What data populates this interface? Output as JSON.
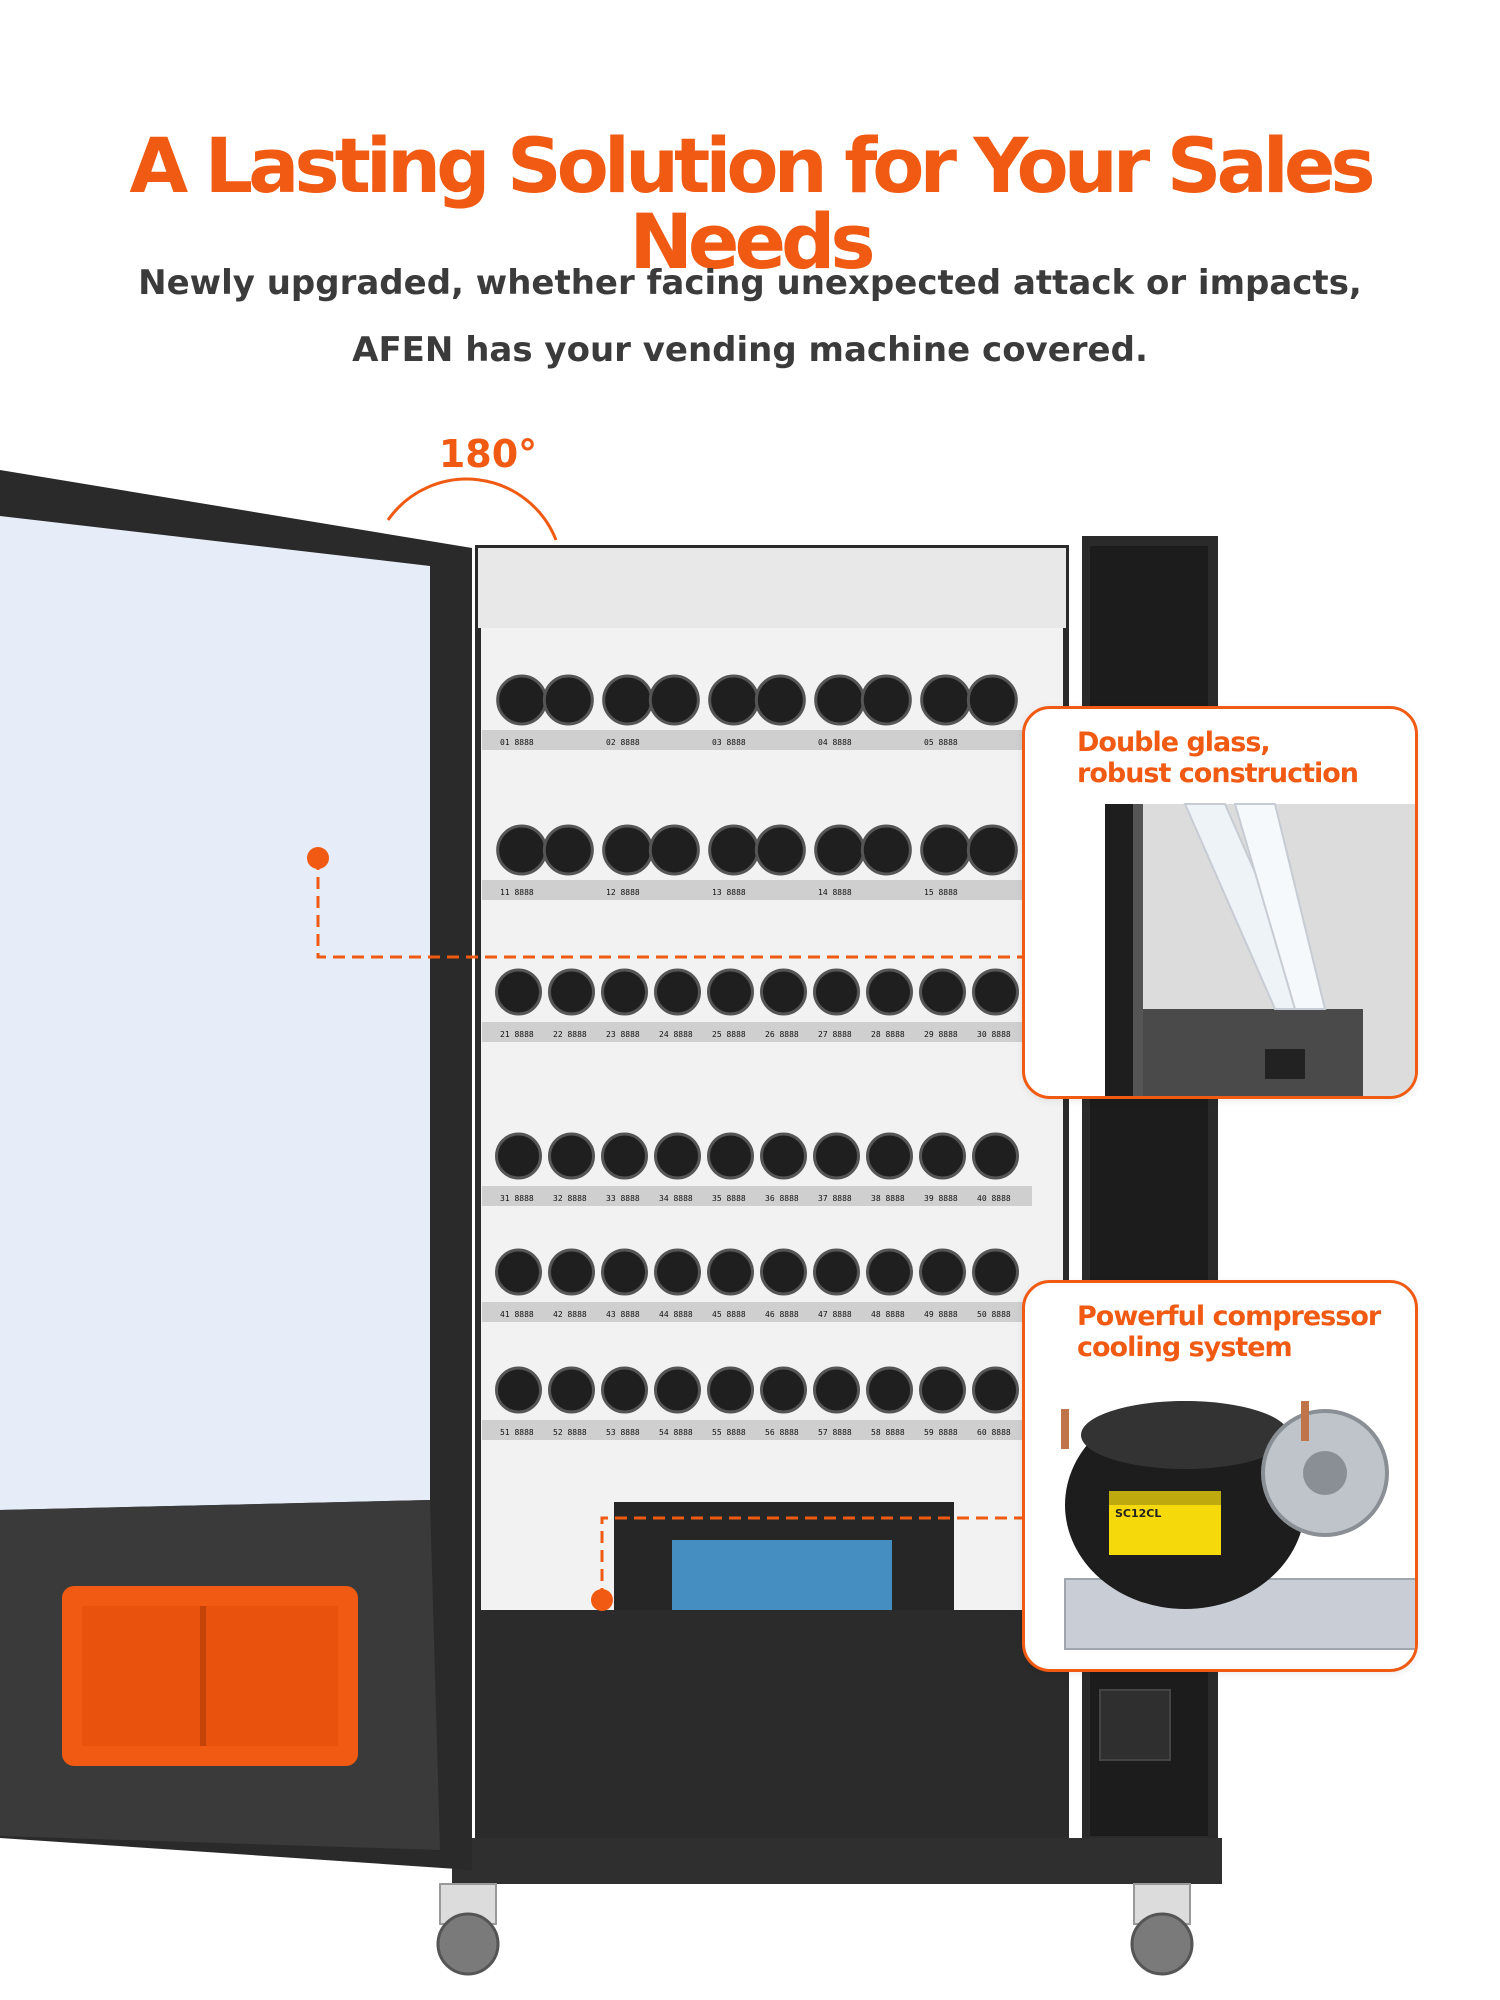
{
  "headline": "A Lasting Solution for Your Sales Needs",
  "subheadline": {
    "line1": "Newly upgraded, whether facing unexpected attack or impacts,",
    "line2": "AFEN has your vending machine covered."
  },
  "door_angle_label": "180°",
  "callouts": [
    {
      "line1": "Double glass,",
      "line2": "robust construction"
    },
    {
      "line1": "Powerful compressor",
      "line2": "cooling system"
    }
  ],
  "compressor_label": "SC12CL",
  "colors": {
    "accent": "#f05a12",
    "cabinet": "#2a2a2a",
    "glass": "#e6ecf8",
    "interior": "#f2f2f2",
    "text_gray": "#3b3b3b"
  },
  "shelves": [
    {
      "slots": [
        "01 8888",
        "02 8888",
        "03 8888",
        "04 8888",
        "05 8888"
      ]
    },
    {
      "slots": [
        "11 8888",
        "12 8888",
        "13 8888",
        "14 8888",
        "15 8888"
      ]
    },
    {
      "slots": [
        "21 8888",
        "22 8888",
        "23 8888",
        "24 8888",
        "25 8888",
        "26 8888",
        "27 8888",
        "28 8888",
        "29 8888",
        "30 8888"
      ]
    },
    {
      "slots": [
        "31 8888",
        "32 8888",
        "33 8888",
        "34 8888",
        "35 8888",
        "36 8888",
        "37 8888",
        "38 8888",
        "39 8888",
        "40 8888"
      ]
    },
    {
      "slots": [
        "41 8888",
        "42 8888",
        "43 8888",
        "44 8888",
        "45 8888",
        "46 8888",
        "47 8888",
        "48 8888",
        "49 8888",
        "50 8888"
      ]
    },
    {
      "slots": [
        "51 8888",
        "52 8888",
        "53 8888",
        "54 8888",
        "55 8888",
        "56 8888",
        "57 8888",
        "58 8888",
        "59 8888",
        "60 8888"
      ]
    }
  ]
}
